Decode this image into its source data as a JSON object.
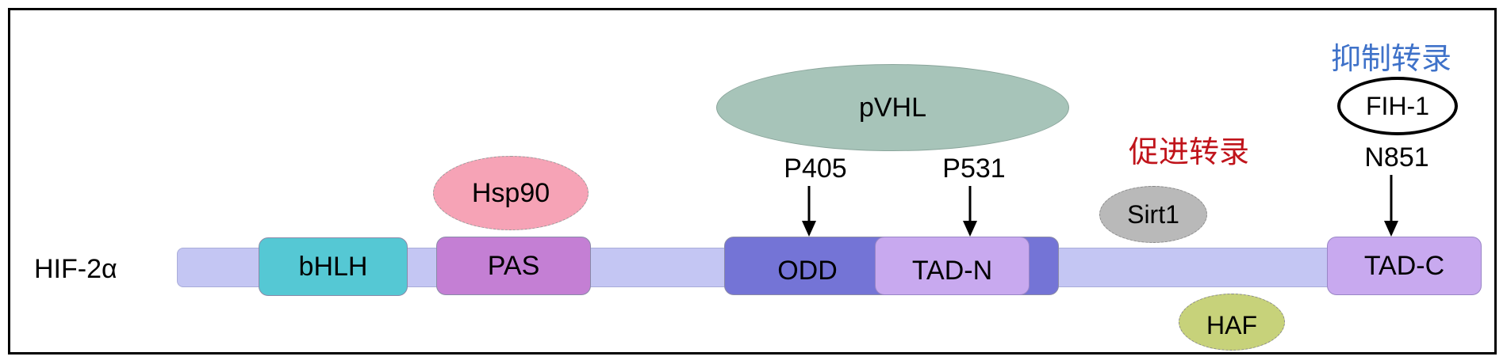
{
  "protein": {
    "name": "HIF-2α"
  },
  "domains": {
    "bhlh": "bHLH",
    "pas": "PAS",
    "odd": "ODD",
    "tad_n": "TAD-N",
    "tad_c": "TAD-C"
  },
  "binders": {
    "hsp90": "Hsp90",
    "pvhl": "pVHL",
    "sirt1": "Sirt1",
    "haf": "HAF",
    "fih1": "FIH-1"
  },
  "sites": {
    "p405": "P405",
    "p531": "P531",
    "n851": "N851"
  },
  "annotations": {
    "promote": "促进转录",
    "inhibit": "抑制转录"
  },
  "colors": {
    "backbone": "#c4c6f3",
    "bhlh": "#55c8d4",
    "pas": "#c47fd4",
    "odd": "#7474d6",
    "tad": "#c8a9ef",
    "hsp90": "#f6a3b6",
    "pvhl": "#a7c4b9",
    "sirt1": "#b9b9b9",
    "haf": "#c7d27a",
    "promote_text": "#c0141b",
    "inhibit_text": "#3f72c9"
  }
}
